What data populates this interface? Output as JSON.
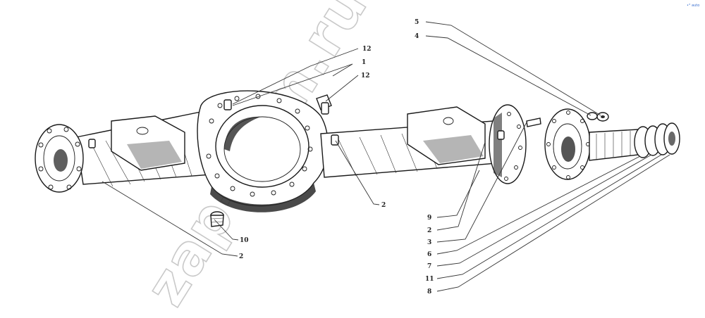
{
  "watermark": "zap-kam.ru",
  "corner_mark": "•° auto",
  "callouts": {
    "c12_top": "12",
    "c1": "1",
    "c12_bolt": "12",
    "c5": "5",
    "c4": "4",
    "c2_center": "2",
    "c10": "10",
    "c2_bottom": "2",
    "c9": "9",
    "c2_right": "2",
    "c3": "3",
    "c6": "6",
    "c7": "7",
    "c11": "11",
    "c8": "8"
  }
}
